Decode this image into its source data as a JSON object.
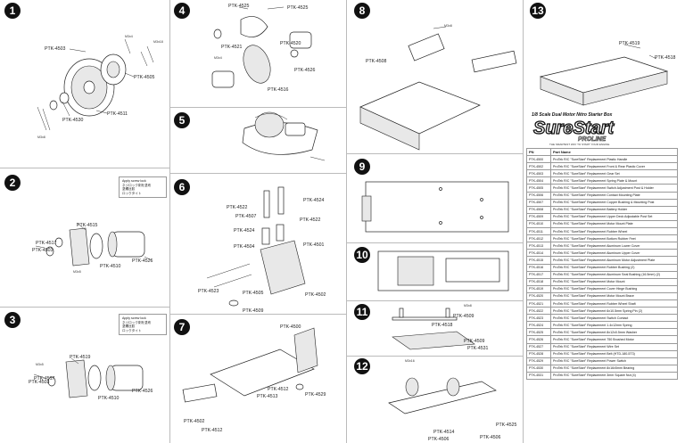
{
  "steps": {
    "s1": {
      "num": "1",
      "labels": {
        "ptk4503": "PTK-4503",
        "ptk4505": "PTK-4505",
        "ptk4530": "PTK-4530",
        "ptk4511": "PTK-4511",
        "m3x4": "M3x4",
        "m3x18": "M3x18",
        "m3x8": "M3x8"
      }
    },
    "s2": {
      "num": "2",
      "labels": {
        "ptk4515": "PTK-4515",
        "ptk4517": "PTK-4517",
        "ptk4503": "PTK-4503",
        "ptk4510": "PTK-4510",
        "ptk4526": "PTK-4526",
        "m3x5": "M3x5"
      }
    },
    "s3": {
      "num": "3",
      "labels": {
        "ptk4519": "PTK-4519",
        "ptk4517": "PTK-4517",
        "ptk4503": "PTK-4503",
        "ptk4510": "PTK-4510",
        "ptk4526": "PTK-4526",
        "m3x5": "M3x5"
      }
    },
    "s4": {
      "num": "4",
      "labels": {
        "ptk4525a": "PTK-4525",
        "ptk4525b": "PTK-4525",
        "ptk4521": "PTK-4521",
        "ptk4520": "PTK-4520",
        "ptk4526": "PTK-4526",
        "ptk4516": "PTK-4516",
        "m3x4": "M3x4"
      }
    },
    "s5": {
      "num": "5"
    },
    "s6": {
      "num": "6",
      "labels": {
        "ptk4522a": "PTK-4522",
        "ptk4524a": "PTK-4524",
        "ptk4507": "PTK-4507",
        "ptk4522b": "PTK-4522",
        "ptk4524b": "PTK-4524",
        "ptk4504": "PTK-4504",
        "ptk4501": "PTK-4501",
        "ptk4523": "PTK-4523",
        "ptk4505": "PTK-4505",
        "ptk4502": "PTK-4502",
        "ptk4509": "PTK-4509"
      }
    },
    "s7": {
      "num": "7",
      "labels": {
        "ptk4500": "PTK-4500",
        "ptk4513": "PTK-4513",
        "ptk4512a": "PTK-4512",
        "ptk4529": "PTK-4529",
        "ptk4502": "PTK-4502",
        "ptk4512b": "PTK-4512"
      }
    },
    "s8": {
      "num": "8",
      "labels": {
        "ptk4508": "PTK-4508",
        "m3x8": "M3x8"
      }
    },
    "s9": {
      "num": "9"
    },
    "s10": {
      "num": "10"
    },
    "s11": {
      "num": "11",
      "labels": {
        "ptk4509a": "PTK-4509",
        "ptk4518": "PTK-4518",
        "ptk4509b": "PTK-4509",
        "ptk4531": "PTK-4531",
        "m3x8": "M3x8"
      }
    },
    "s12": {
      "num": "12",
      "labels": {
        "ptk4514": "PTK-4514",
        "ptk4506a": "PTK-4506",
        "ptk4506b": "PTK-4506",
        "ptk4525": "PTK-4525",
        "m3x16": "M3x16"
      }
    },
    "s13": {
      "num": "13",
      "labels": {
        "ptk4519": "PTK-4519",
        "ptk4518": "PTK-4518"
      }
    }
  },
  "notes": {
    "n2": [
      "Apply screw lock",
      "ネジロック剤を塗布",
      "塗螺丝胶",
      "ロックタイト"
    ],
    "n3": [
      "Apply screw lock",
      "ネジロック剤を塗布",
      "塗螺丝胶",
      "ロックタイト"
    ]
  },
  "brand": {
    "caption": "1/8 Scale Dual Motor Nitro Starter Box",
    "logo": "SureStart",
    "logo_sub": "PROLINE",
    "logo_tag": "THE SMARTEST WAY TO START YOUR ENGINE"
  },
  "parts_table": {
    "headers": [
      "PN",
      "Part Name"
    ],
    "rows": [
      [
        "PTK-4500",
        "ProTek R/C \"SureStart\" Replacement Plastic Handle"
      ],
      [
        "PTK-4502",
        "ProTek R/C \"SureStart\" Replacement Front & Rear Plastic Cover"
      ],
      [
        "PTK-4503",
        "ProTek R/C \"SureStart\" Replacement Gear Set"
      ],
      [
        "PTK-4504",
        "ProTek R/C \"SureStart\" Replacement Spring Plate & Mount"
      ],
      [
        "PTK-4505",
        "ProTek R/C \"SureStart\" Replacement Switch Adjustment Post & Holder"
      ],
      [
        "PTK-4506",
        "ProTek R/C \"SureStart\" Replacement Contact Mounting Plate"
      ],
      [
        "PTK-4507",
        "ProTek R/C \"SureStart\" Replacement Copper Bushing & Mounting Post"
      ],
      [
        "PTK-4508",
        "ProTek R/C \"SureStart\" Replacement Battery Holder"
      ],
      [
        "PTK-4509",
        "ProTek R/C \"SureStart\" Replacement Upper Deck Adjustable Post Set"
      ],
      [
        "PTK-4510",
        "ProTek R/C \"SureStart\" Replacement Motor Mount Plate"
      ],
      [
        "PTK-4511",
        "ProTek R/C \"SureStart\" Replacement Rubber Wheel"
      ],
      [
        "PTK-4512",
        "ProTek R/C \"SureStart\" Replacement Bottom Rubber Feet"
      ],
      [
        "PTK-4513",
        "ProTek R/C \"SureStart\" Replacement Aluminum Lower Cover"
      ],
      [
        "PTK-4514",
        "ProTek R/C \"SureStart\" Replacement Aluminum Upper Cover"
      ],
      [
        "PTK-4515",
        "ProTek R/C \"SureStart\" Replacement Aluminum Motor Adjustment Plate"
      ],
      [
        "PTK-4516",
        "ProTek R/C \"SureStart\" Replacement Rubber Bushing (2)"
      ],
      [
        "PTK-4517",
        "ProTek R/C \"SureStart\" Replacement Aluminum Seal Bushing (16.5mm) (2)"
      ],
      [
        "PTK-4518",
        "ProTek R/C \"SureStart\" Replacement Motor Mount"
      ],
      [
        "PTK-4519",
        "ProTek R/C \"SureStart\" Replacement Cover Hinge Bushing"
      ],
      [
        "PTK-4520",
        "ProTek R/C \"SureStart\" Replacement Motor Mount Brace"
      ],
      [
        "PTK-4521",
        "ProTek R/C \"SureStart\" Replacement Rubber Wheel Shaft"
      ],
      [
        "PTK-4522",
        "ProTek R/C \"SureStart\" Replacement 6x10.5mm Spring Pin (2)"
      ],
      [
        "PTK-4523",
        "ProTek R/C \"SureStart\" Replacement Switch Contact"
      ],
      [
        "PTK-4524",
        "ProTek R/C \"SureStart\" Replacement 1.4x12mm Spring"
      ],
      [
        "PTK-4525",
        "ProTek R/C \"SureStart\" Replacement 8x12x0.5mm Washer"
      ],
      [
        "PTK-4526",
        "ProTek R/C \"SureStart\" Replacement 750 Brushed Motor"
      ],
      [
        "PTK-4527",
        "ProTek R/C \"SureStart\" Replacement Wire Set"
      ],
      [
        "PTK-4528",
        "ProTek R/C \"SureStart\" Replacement Belt (HTD-180-5T3)"
      ],
      [
        "PTK-4529",
        "ProTek R/C \"SureStart\" Replacement Power Switch"
      ],
      [
        "PTK-4530",
        "ProTek R/C \"SureStart\" Replacement 8x16x5mm Bearing"
      ],
      [
        "PTK-4531",
        "ProTek R/C \"SureStart\" Replacement 3mm Square Nut (4)"
      ]
    ]
  }
}
